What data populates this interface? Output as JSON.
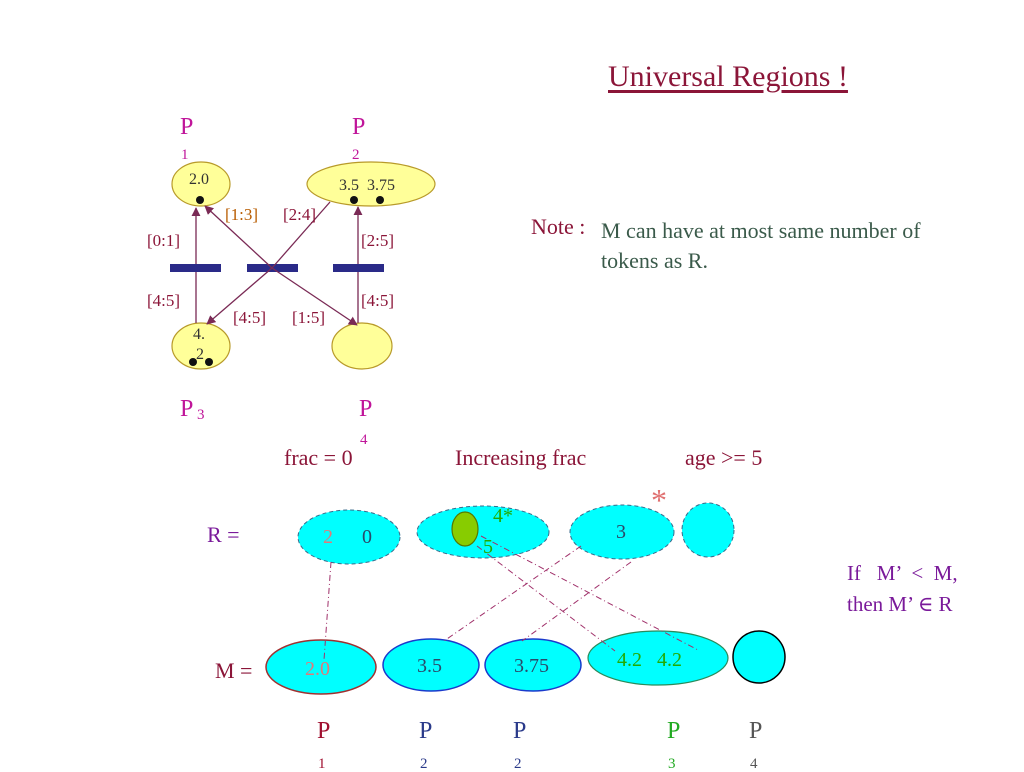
{
  "title": "Universal Regions !",
  "net": {
    "places": [
      {
        "id": "p1",
        "label": "P",
        "sub": "1",
        "value": "2.0",
        "tokens": 1
      },
      {
        "id": "p2",
        "label": "P",
        "sub": "2",
        "value": "3.5  3.75",
        "tokens": 2
      },
      {
        "id": "p3",
        "label": "P",
        "sub": "3",
        "value_line1": "4.",
        "value_line2": "2",
        "tokens": 2
      },
      {
        "id": "p4",
        "label": "P",
        "sub": "4",
        "value": "",
        "tokens": 0
      }
    ],
    "intervals": [
      "[0:1]",
      "[1:3]",
      "[2:4]",
      "[2:5]",
      "[4:5]",
      "[4:5]",
      "[1:5]",
      "[4:5]"
    ]
  },
  "note": {
    "label": "Note :",
    "text": "M can have at most same number of tokens as R."
  },
  "headers": {
    "frac_zero": "frac = 0",
    "increasing": "Increasing frac",
    "age": "age >= 5"
  },
  "r_row": {
    "label": "R  =",
    "cells": [
      {
        "a": "2",
        "b": "0"
      },
      {
        "a": "4*",
        "b": "5"
      },
      {
        "a": "3"
      },
      {
        "a": ""
      }
    ],
    "star": "*"
  },
  "m_row": {
    "label": "M =",
    "cells": [
      "2.0",
      "3.5",
      "3.75",
      "4.2   4.2",
      ""
    ]
  },
  "condition": {
    "line1": "If   M’  <  M,",
    "line2": "then M’ ∈ R"
  },
  "bottom_places": [
    {
      "label": "P",
      "sub": "1"
    },
    {
      "label": "P",
      "sub": "2"
    },
    {
      "label": "P",
      "sub": "2"
    },
    {
      "label": "P",
      "sub": "3"
    },
    {
      "label": "P",
      "sub": "4"
    }
  ],
  "colors": {
    "place_fill": "#ffff99",
    "region_fill": "#00ffff",
    "arc": "#7a2a55",
    "transition": "#2a2a88",
    "magenta": "#c0159a",
    "maroon": "#8b1538"
  }
}
